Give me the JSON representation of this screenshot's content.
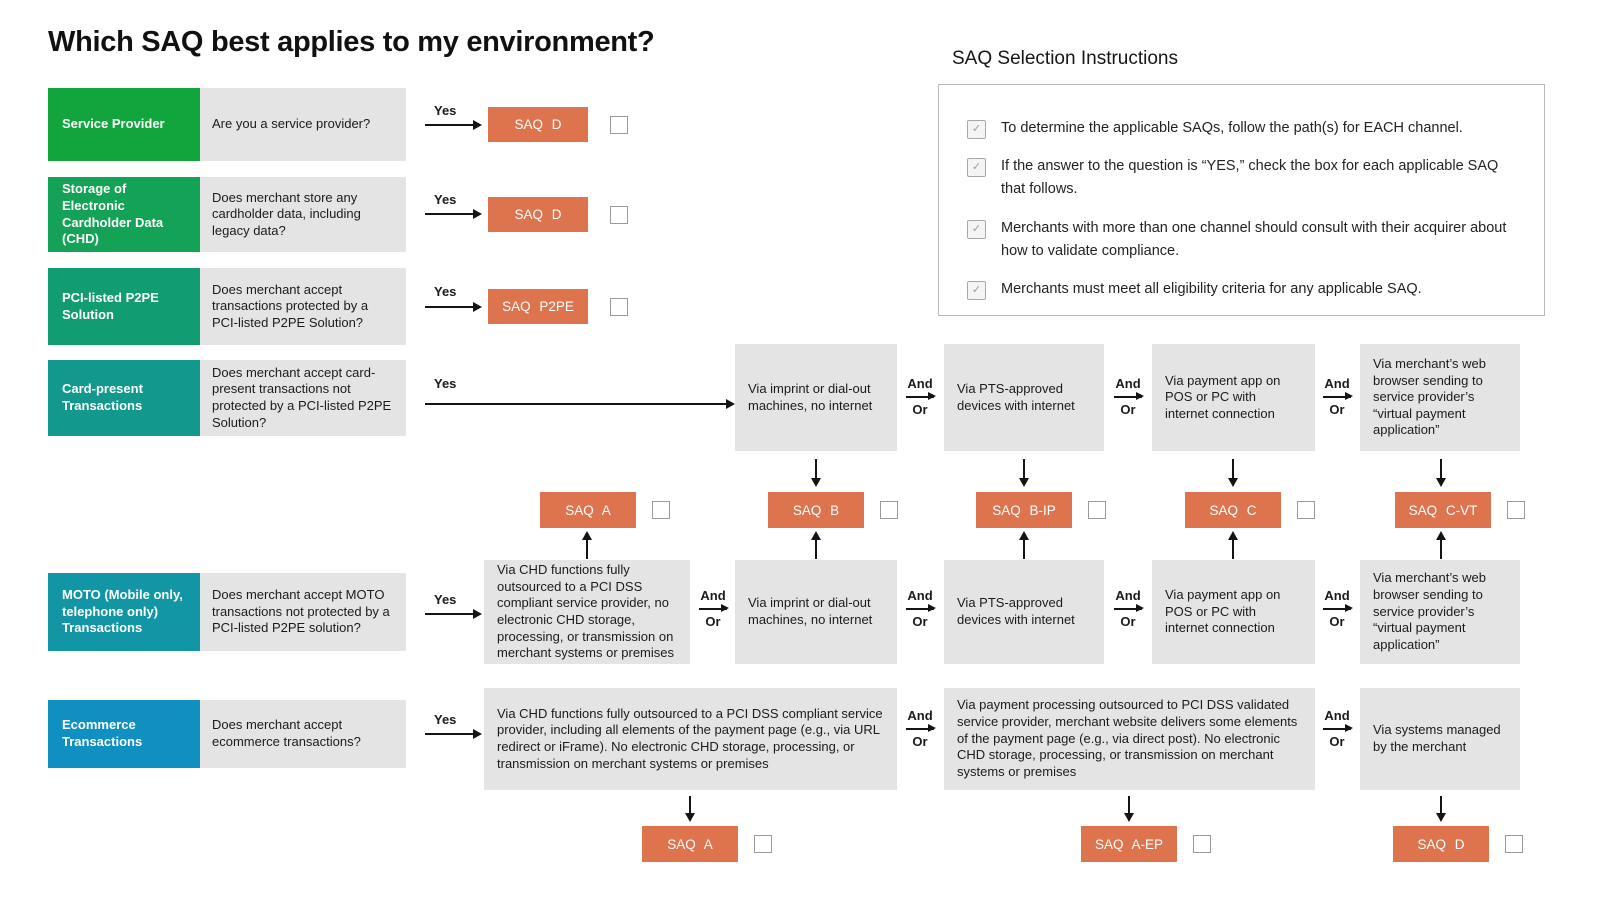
{
  "title": "Which SAQ best applies to my environment?",
  "connectors": {
    "yes": "Yes",
    "and": "And",
    "or": "Or"
  },
  "icons": {
    "check": "✓"
  },
  "colors": {
    "saq_orange": "#de744e",
    "box_gray": "#e4e4e4"
  },
  "instructions": {
    "title": "SAQ Selection Instructions",
    "items": [
      "To determine the applicable SAQs, follow the path(s) for EACH channel.",
      "If the answer to the question is “YES,” check the box for each applicable SAQ that follows.",
      "Merchants with more than one channel should consult with their acquirer about how to validate compliance.",
      "Merchants must meet all eligibility criteria for any applicable SAQ."
    ]
  },
  "channels": [
    {
      "label": "Service Provider",
      "color": "#12a53e",
      "question": "Are you a service provider?",
      "result": "SAQ D"
    },
    {
      "label": "Storage of Electronic Cardholder Data (CHD)",
      "color": "#14a356",
      "question": "Does merchant store any cardholder data, including legacy data?",
      "result": "SAQ D"
    },
    {
      "label": "PCI-listed P2PE Solution",
      "color": "#119c72",
      "question": "Does merchant accept transactions protected by a PCI-listed P2PE Solution?",
      "result": "SAQ P2PE"
    },
    {
      "label": "Card-present Transactions",
      "color": "#12988c",
      "question": "Does merchant accept card-present transactions not protected by a PCI-listed P2PE Solution?"
    },
    {
      "label": "MOTO (Mobile only, telephone only) Transactions",
      "color": "#1295a5",
      "question": "Does merchant accept MOTO transactions not protected by a PCI-listed P2PE solution?"
    },
    {
      "label": "Ecommerce Transactions",
      "color": "#0f90c0",
      "question": "Does merchant accept ecommerce transactions?"
    }
  ],
  "card_present_paths": [
    "Via imprint or dial-out machines, no internet",
    "Via PTS-approved devices with internet",
    "Via payment app on POS or PC with internet connection",
    "Via merchant’s web browser sending to service provider’s “virtual payment application”"
  ],
  "mid_saqs": [
    "SAQ A",
    "SAQ B",
    "SAQ B-IP",
    "SAQ C",
    "SAQ C-VT"
  ],
  "moto_paths": [
    "Via CHD functions fully outsourced to a PCI DSS compliant service provider, no electronic CHD storage, processing, or transmission on merchant systems or premises",
    "Via imprint or dial-out machines, no internet",
    "Via PTS-approved devices with internet",
    "Via payment app on POS or PC with internet connection",
    "Via merchant’s web browser sending to service provider’s “virtual payment application”"
  ],
  "ecommerce_paths": [
    "Via CHD functions fully outsourced to a PCI DSS compliant service provider, including all elements of the payment page (e.g., via URL redirect or iFrame). No electronic CHD storage, processing, or transmission on merchant systems or premises",
    "Via payment processing outsourced to PCI DSS validated service provider, merchant website delivers some elements of the payment page (e.g., via direct post). No electronic CHD storage, processing, or transmission on merchant systems or premises",
    "Via systems managed by the merchant"
  ],
  "bottom_saqs": [
    "SAQ A",
    "SAQ A-EP",
    "SAQ D"
  ]
}
